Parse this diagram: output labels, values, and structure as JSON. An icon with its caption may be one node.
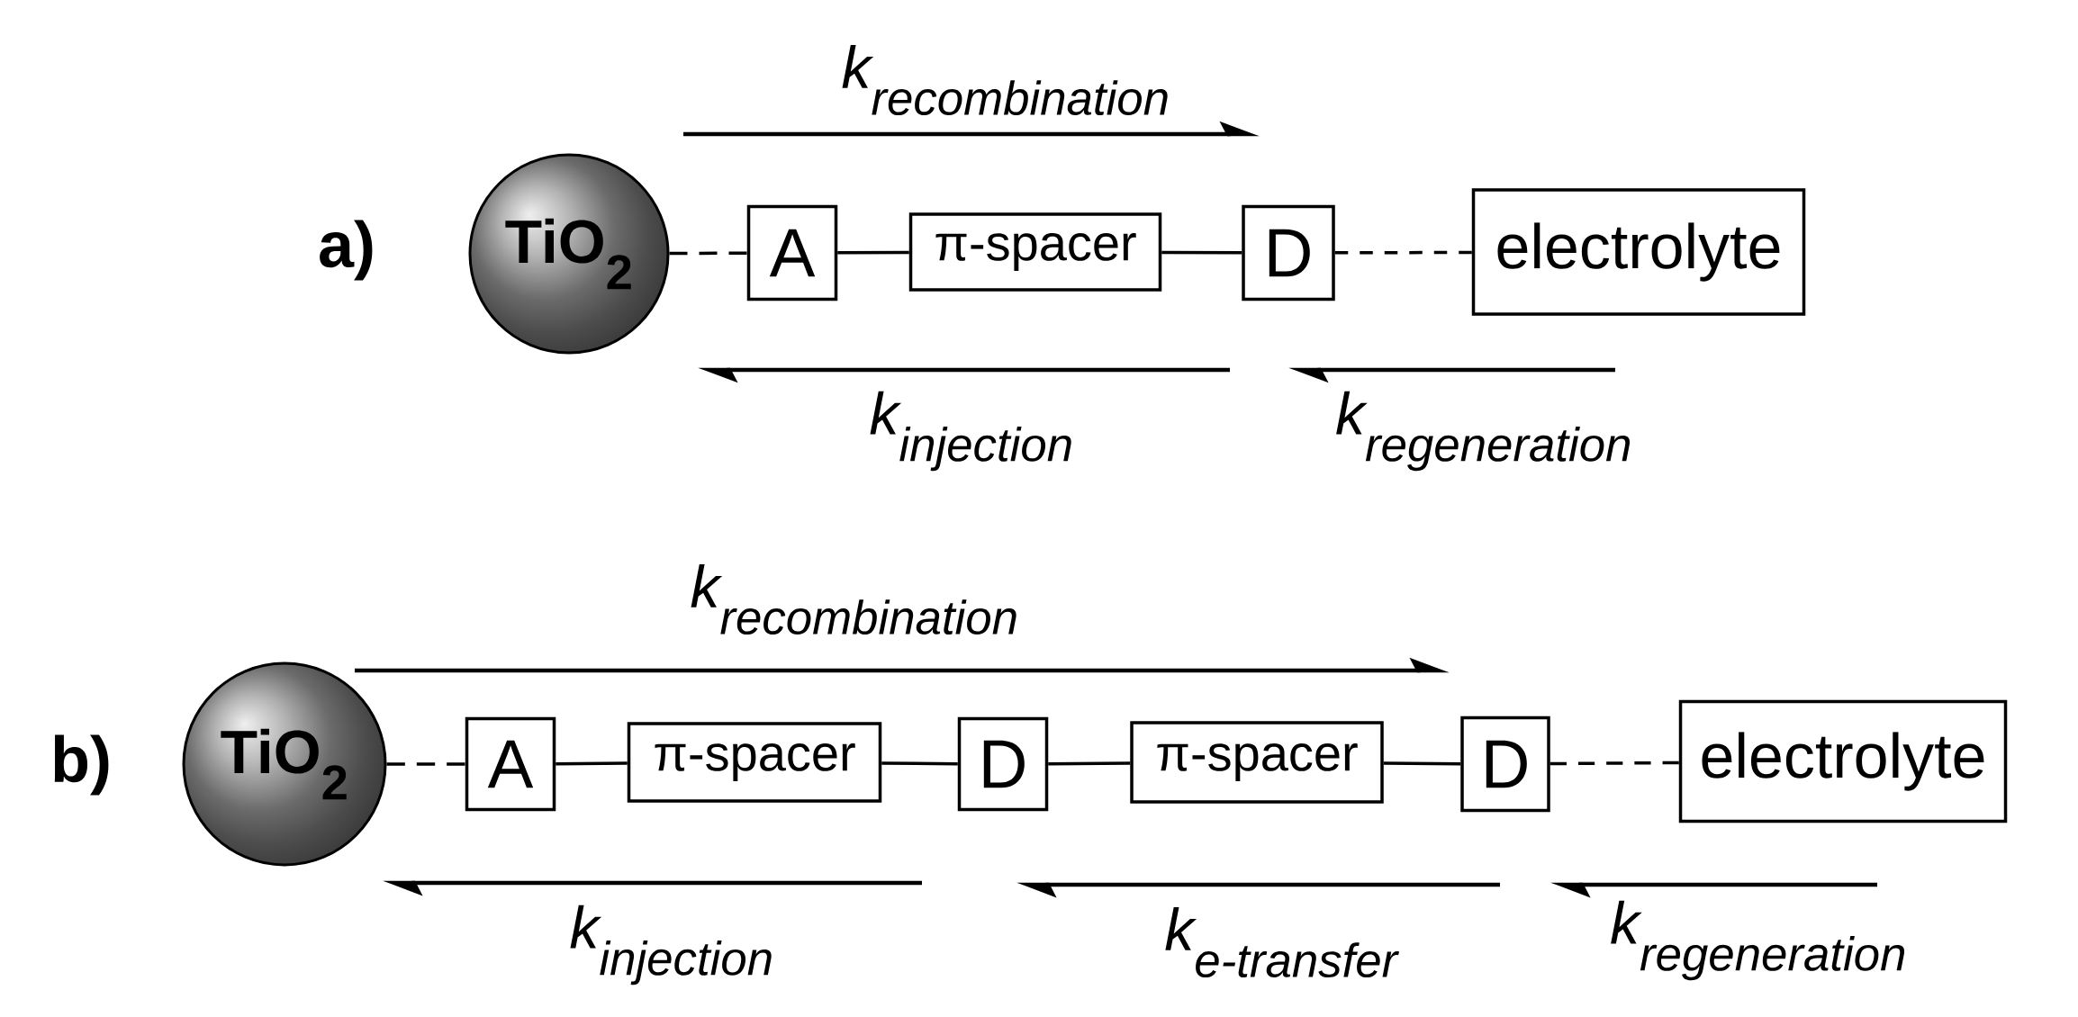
{
  "diagram": {
    "nodes": [
      {
        "text": [
          "TiO$_{2}$"
        ]
      },
      {
        "text": [
          "A"
        ]
      },
      {
        "text": [
          "π-spacer"
        ]
      },
      {
        "text": [
          "D"
        ]
      },
      {
        "text": [
          "electrolyte"
        ]
      },
      {
        "text": [
          "TiO$_{2}$"
        ]
      },
      {
        "text": [
          "A"
        ]
      },
      {
        "text": [
          "π-spacer"
        ]
      },
      {
        "text": [
          "D"
        ]
      },
      {
        "text": [
          "π-spacer"
        ]
      },
      {
        "text": [
          "D"
        ]
      },
      {
        "text": [
          "electrolyte"
        ]
      }
    ],
    "edges": [
      {
        "from": 0,
        "to": 1,
        "arrow": "none",
        "style": "dashed"
      },
      {
        "from": 1,
        "to": 2,
        "arrow": "none"
      },
      {
        "from": 2,
        "to": 3,
        "arrow": "none"
      },
      {
        "from": 3,
        "to": 4,
        "arrow": "none",
        "style": "dashed"
      },
      {
        "from": 5,
        "to": 6,
        "arrow": "none",
        "style": "dashed"
      },
      {
        "from": 6,
        "to": 7,
        "arrow": "none"
      },
      {
        "from": 7,
        "to": 8,
        "arrow": "none"
      },
      {
        "from": 8,
        "to": 9,
        "arrow": "none"
      },
      {
        "from": 9,
        "to": 10,
        "arrow": "none"
      },
      {
        "from": 10,
        "to": 11,
        "arrow": "none",
        "style": "dashed"
      }
    ],
    "labels": [
      "\\textit{k}_{\\textit{recombination}}",
      "a)",
      "\\textit{k}_{\\textit{injection}}",
      "\\textit{k}_{\\textit{regeneration}}",
      "\\textit{k}_{\\textit{recombination}}",
      "b)",
      "\\textit{k}_{\\textit{injection}}",
      "\\textit{k}_{\\textit{e-transfer}}",
      "\\textit{k}_{\\textit{regeneration}}"
    ]
  }
}
